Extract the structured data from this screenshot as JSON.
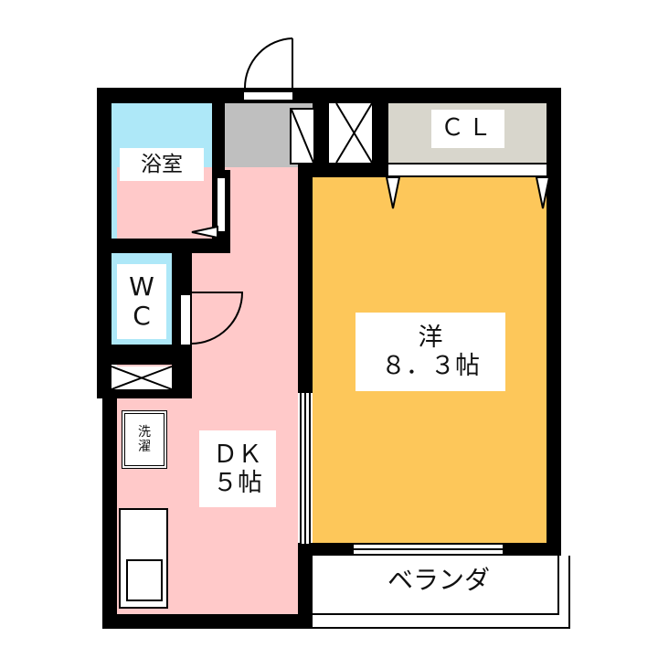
{
  "floorplan": {
    "colors": {
      "wall": "#000000",
      "bath": "#aee8f8",
      "entrance": "#bfbfbf",
      "dk": "#ffc9c9",
      "western_room": "#fdc75a",
      "closet": "#d8d6cc",
      "background": "#ffffff"
    },
    "rooms": {
      "bath": {
        "label": "浴室"
      },
      "wc": {
        "label_line1": "W",
        "label_line2": "C"
      },
      "closet": {
        "label": "ＣＬ"
      },
      "western_room": {
        "label_line1": "洋",
        "label_line2": "８．３帖"
      },
      "dk": {
        "label_line1": "ＤＫ",
        "label_line2": "５帖"
      },
      "laundry": {
        "label_line1": "洗",
        "label_line2": "濯"
      },
      "veranda": {
        "label": "ベランダ"
      }
    }
  }
}
